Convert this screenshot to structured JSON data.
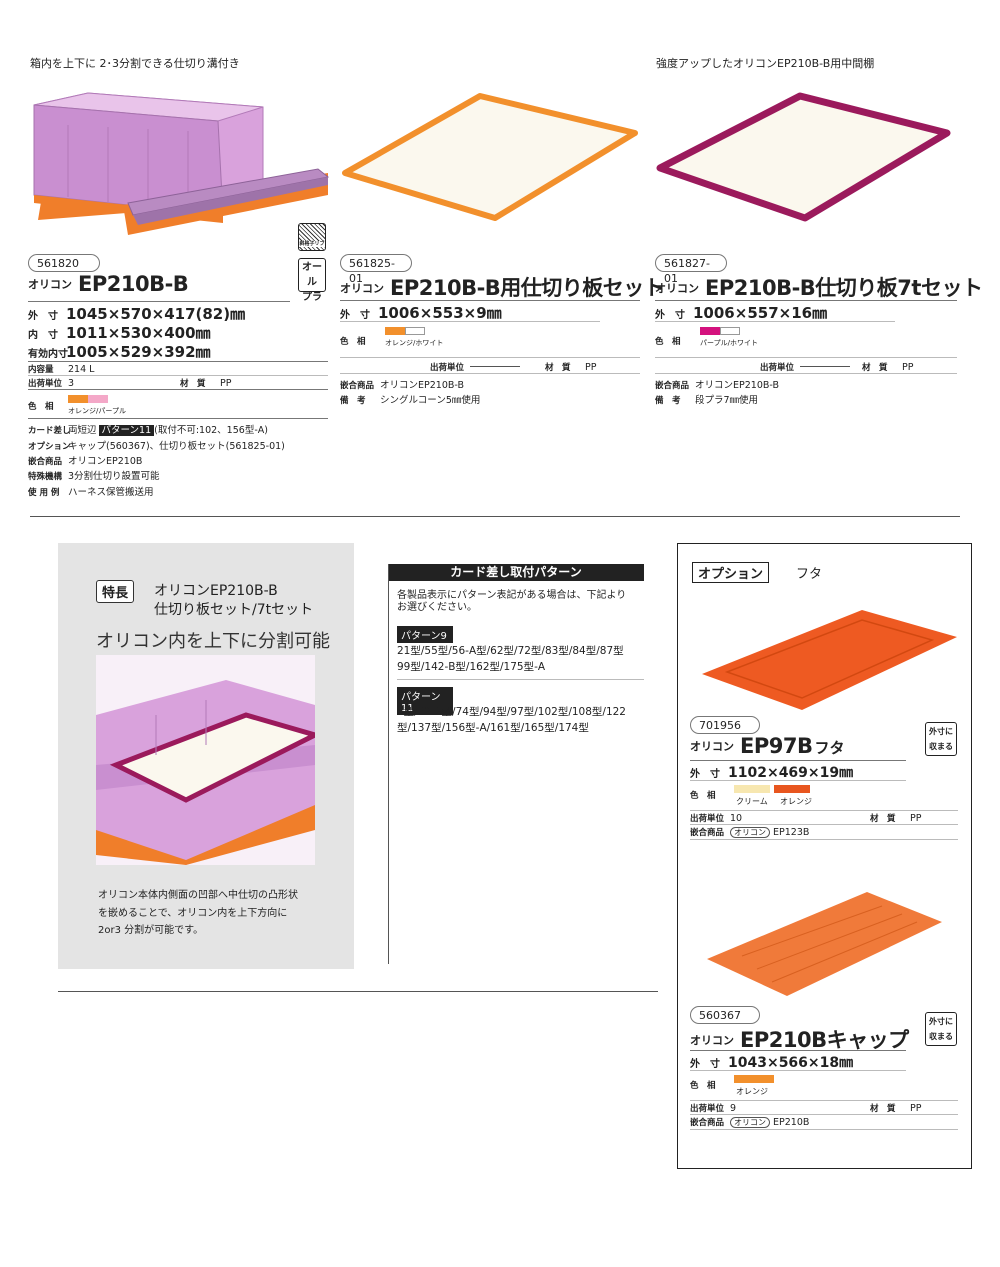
{
  "top_left_caption": "箱内を上下に 2･3分割できる仕切り溝付き",
  "top_right_caption": "強度アップしたオリコンEP210B-B用中間棚",
  "p1": {
    "code": "561820",
    "prefix": "オリコン",
    "name": "EP210B-B",
    "badge_grid": "斜格子リブ",
    "badge_all": "オール",
    "badge_pla": "プラ",
    "outer_label": "外　寸",
    "outer": "1045×570×417(82)㎜",
    "inner_label": "内　寸",
    "inner": "1011×530×400㎜",
    "eff_label": "有効内寸",
    "eff": "1005×529×392㎜",
    "vol_label": "内容量",
    "vol": "214 L",
    "ship_label": "出荷単位",
    "ship": "3",
    "mat_label": "材　質",
    "mat": "PP",
    "color_label": "色　相",
    "color_name": "オレンジ/パープル",
    "card_label": "カード差し",
    "card_pre": "両短辺",
    "card_pattern": "パターン11",
    "card_post": "(取付不可:102、156型-A)",
    "opt_label": "オプション",
    "opt": "キャップ(560367)、仕切り板セット(561825-01)",
    "nest_label": "嵌合商品",
    "nest": "オリコンEP210B",
    "feat_label": "特殊機構",
    "feat": "3分割仕切り設置可能",
    "use_label": "使 用 例",
    "use": "ハーネス保管搬送用",
    "colors": [
      "#f2902c",
      "#f4a8c8"
    ]
  },
  "p2": {
    "code": "561825-01",
    "prefix": "オリコン",
    "name": "EP210B-B用仕切り板セット",
    "outer_label": "外　寸",
    "outer": "1006×553×9㎜",
    "color_label": "色　相",
    "color_name": "オレンジ/ホワイト",
    "ship_label": "出荷単位",
    "ship": "",
    "mat_label": "材　質",
    "mat": "PP",
    "nest_label": "嵌合商品",
    "nest": "オリコンEP210B-B",
    "note_label": "備　考",
    "note": "シングルコーン5㎜使用",
    "colors": [
      "#f2902c",
      "#ffffff"
    ]
  },
  "p3": {
    "code": "561827-01",
    "prefix": "オリコン",
    "name": "EP210B-B仕切り板7tセット",
    "outer_label": "外　寸",
    "outer": "1006×557×16㎜",
    "color_label": "色　相",
    "color_name": "パープル/ホワイト",
    "ship_label": "出荷単位",
    "ship": "",
    "mat_label": "材　質",
    "mat": "PP",
    "nest_label": "嵌合商品",
    "nest": "オリコンEP210B-B",
    "note_label": "備　考",
    "note": "段プラ7㎜使用",
    "colors": [
      "#d4127e",
      "#ffffff"
    ]
  },
  "feature": {
    "tag": "特長",
    "title1": "オリコンEP210B-B",
    "title2": "仕切り板セット/7tセット",
    "headline": "オリコン内を上下に分割可能",
    "desc1": "オリコン本体内側面の凹部へ中仕切の凸形状",
    "desc2": "を嵌めることで、オリコン内を上下方向に",
    "desc3": "2or3 分割が可能です。"
  },
  "card": {
    "header": "カード差し取付パターン",
    "intro1": "各製品表示にパターン表記がある場合は、下記より",
    "intro2": "お選びください。",
    "p9_label": "パターン9",
    "p9_line1": "21型/55型/56-A型/62型/72型/83型/84型/87型",
    "p9_line2": "99型/142-B型/162型/175型-A",
    "p11_label": "パターン11",
    "p11_line1": "5型/52-2型/74型/94型/97型/102型/108型/122",
    "p11_line2": "型/137型/156型-A/161型/165型/174型"
  },
  "option": {
    "tag": "オプション",
    "tag_sub": "フタ",
    "l1": {
      "code": "701956",
      "prefix": "オリコン",
      "name": "EP97B",
      "suffix": "フタ",
      "badge1": "外寸に",
      "badge2": "収まる",
      "outer_label": "外　寸",
      "outer": "1102×469×19㎜",
      "color_label": "色　相",
      "c1_name": "クリーム",
      "c2_name": "オレンジ",
      "ship_label": "出荷単位",
      "ship": "10",
      "mat_label": "材　質",
      "mat": "PP",
      "nest_label": "嵌合商品",
      "nest_pill": "オリコン",
      "nest": "EP123B",
      "colors": [
        "#f7e7b0",
        "#e8561f"
      ]
    },
    "l2": {
      "code": "560367",
      "prefix": "オリコン",
      "name": "EP210Bキャップ",
      "badge1": "外寸に",
      "badge2": "収まる",
      "outer_label": "外　寸",
      "outer": "1043×566×18㎜",
      "color_label": "色　相",
      "c1_name": "オレンジ",
      "ship_label": "出荷単位",
      "ship": "9",
      "mat_label": "材　質",
      "mat": "PP",
      "nest_label": "嵌合商品",
      "nest_pill": "オリコン",
      "nest": "EP210B",
      "colors": [
        "#f2902c"
      ]
    }
  }
}
